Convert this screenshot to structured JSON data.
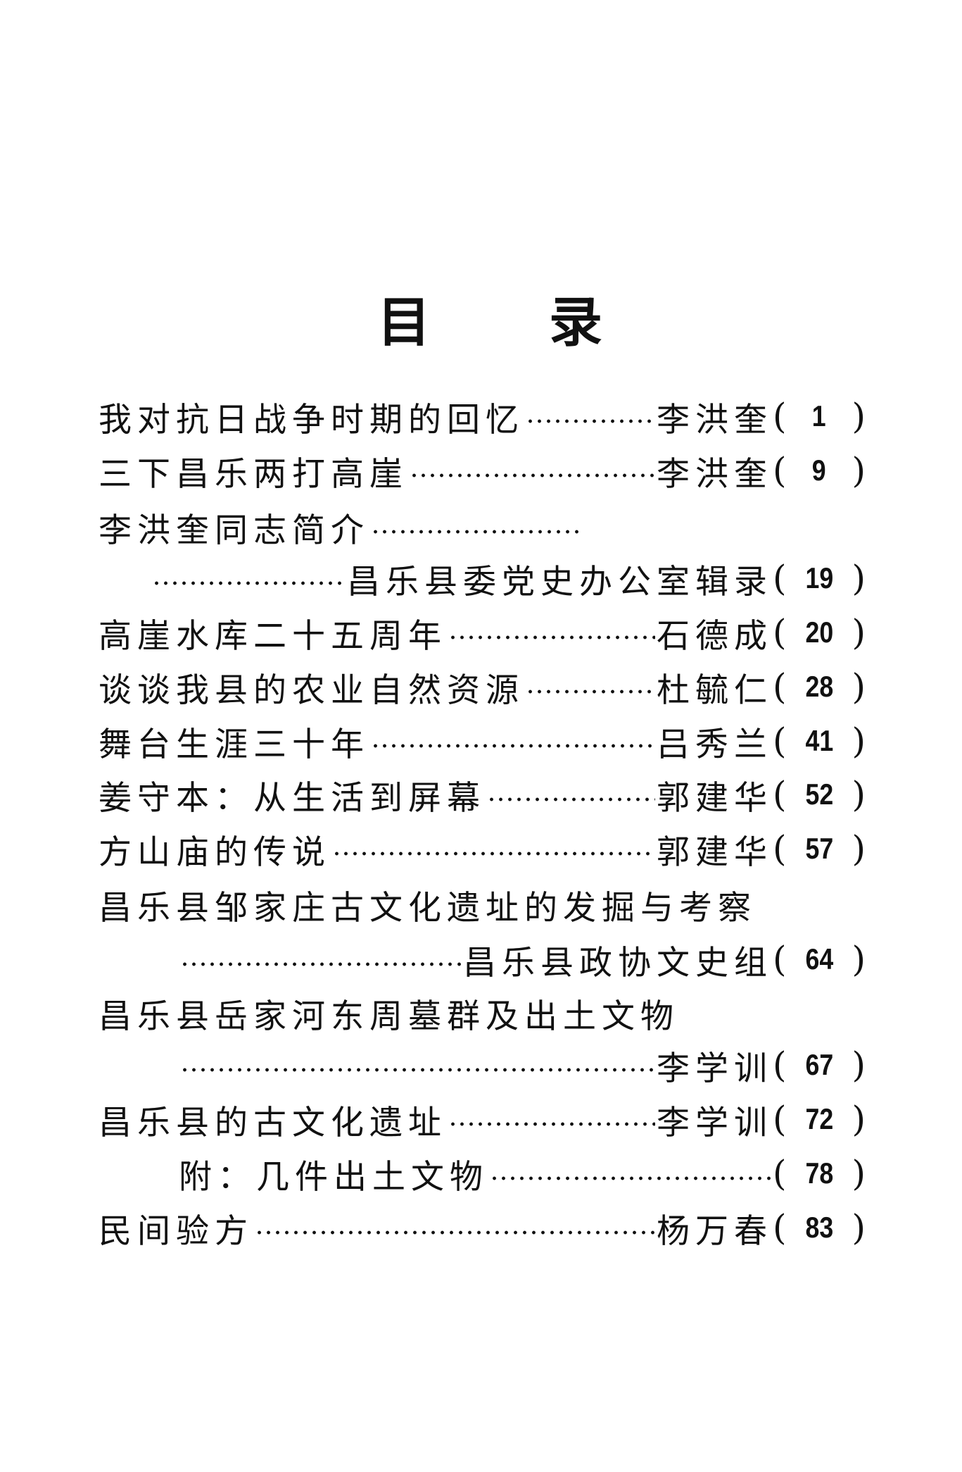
{
  "title": [
    "目",
    "录"
  ],
  "lines": [
    {
      "title": "我对抗日战争时期的回忆",
      "author": "李洪奎",
      "page": "1"
    },
    {
      "title": "三下昌乐两打高崖",
      "author": "李洪奎",
      "page": "9"
    },
    {
      "title": "李洪奎同志简介",
      "author": "",
      "page": ""
    },
    {
      "title": "",
      "author": "昌乐县委党史办公室辑录",
      "page": "19"
    },
    {
      "title": "高崖水库二十五周年",
      "author": "石德成",
      "page": "20"
    },
    {
      "title": "谈谈我县的农业自然资源",
      "author": "杜毓仁",
      "page": "28"
    },
    {
      "title": "舞台生涯三十年",
      "author": "吕秀兰",
      "page": "41"
    },
    {
      "title": "姜守本：从生活到屏幕",
      "author": "郭建华",
      "page": "52"
    },
    {
      "title": "方山庙的传说",
      "author": "郭建华",
      "page": "57"
    },
    {
      "title": "昌乐县邹家庄古文化遗址的发掘与考察",
      "author": "",
      "page": ""
    },
    {
      "title": "",
      "author": "昌乐县政协文史组",
      "page": "64"
    },
    {
      "title": "昌乐县岳家河东周墓群及出土文物",
      "author": "",
      "page": ""
    },
    {
      "title": "",
      "author": "李学训",
      "page": "67"
    },
    {
      "title": "昌乐县的古文化遗址",
      "author": "李学训",
      "page": "72"
    },
    {
      "title": "附：几件出土文物",
      "author": "",
      "page": "78"
    },
    {
      "title": "民间验方",
      "author": "杨万春",
      "page": "83"
    }
  ],
  "paren_open": "(",
  "paren_close": ")"
}
